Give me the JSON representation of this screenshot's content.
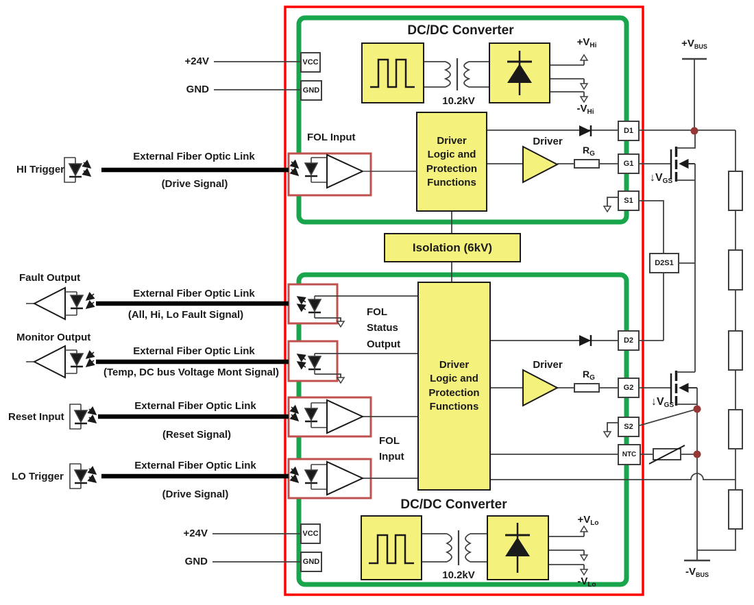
{
  "converter_top": {
    "title": "DC/DC Converter",
    "input_voltage": "+24V",
    "input_ground": "GND",
    "vcc_label": "VCC",
    "gnd_label": "GND",
    "transformer_rating": "10.2kV",
    "out_pos_main": "+V",
    "out_pos_sub": "Hi",
    "out_neg_main": "-V",
    "out_neg_sub": "Hi"
  },
  "converter_bottom": {
    "title": "DC/DC Converter",
    "input_voltage": "+24V",
    "input_ground": "GND",
    "vcc_label": "VCC",
    "gnd_label": "GND",
    "transformer_rating": "10.2kV",
    "out_pos_main": "+V",
    "out_pos_sub": "Lo",
    "out_neg_main": "-V",
    "out_neg_sub": "Lo"
  },
  "driver_top": {
    "fol_input_label": "FOL Input",
    "logic_text": "Driver\nLogic and\nProtection\nFunctions",
    "driver_label": "Driver",
    "rg_main": "R",
    "rg_sub": "G",
    "pin_drain": "D1",
    "pin_gate": "G1",
    "pin_source": "S1",
    "vgs_arrow": "↓",
    "vgs_main": "V",
    "vgs_sub": "GS"
  },
  "driver_bottom": {
    "fol_status_label": "FOL\nStatus\nOutput",
    "fol_input_label": "FOL\nInput",
    "logic_text": "Driver\nLogic and\nProtection\nFunctions",
    "driver_label": "Driver",
    "rg_main": "R",
    "rg_sub": "G",
    "pin_drain": "D2",
    "pin_gate": "G2",
    "pin_source": "S2",
    "pin_ntc": "NTC",
    "vgs_arrow": "↓",
    "vgs_main": "V",
    "vgs_sub": "GS"
  },
  "isolation": {
    "label": "Isolation (6kV)"
  },
  "bus": {
    "pos_main": "+V",
    "pos_sub": "BUS",
    "neg_main": "-V",
    "neg_sub": "BUS",
    "mid_pin": "D2S1"
  },
  "external_links": [
    {
      "label": "HI Trigger",
      "title": "External Fiber Optic Link",
      "subtitle": "(Drive Signal)"
    },
    {
      "label": "Fault Output",
      "title": "External Fiber Optic Link",
      "subtitle": "(All, Hi, Lo Fault Signal)"
    },
    {
      "label": "Monitor Output",
      "title": "External Fiber Optic Link",
      "subtitle": "(Temp, DC bus Voltage Mont Signal)"
    },
    {
      "label": "Reset Input",
      "title": "External Fiber Optic Link",
      "subtitle": "(Reset Signal)"
    },
    {
      "label": "LO Trigger",
      "title": "External Fiber Optic Link",
      "subtitle": "(Drive Signal)"
    }
  ],
  "colors": {
    "block_yellow": "#f5f17d",
    "border_green": "#18a54b",
    "border_red": "#ff0000",
    "fol_box_red": "#c0504d",
    "junction_dot": "#943735",
    "wire": "#3f3f3f"
  }
}
